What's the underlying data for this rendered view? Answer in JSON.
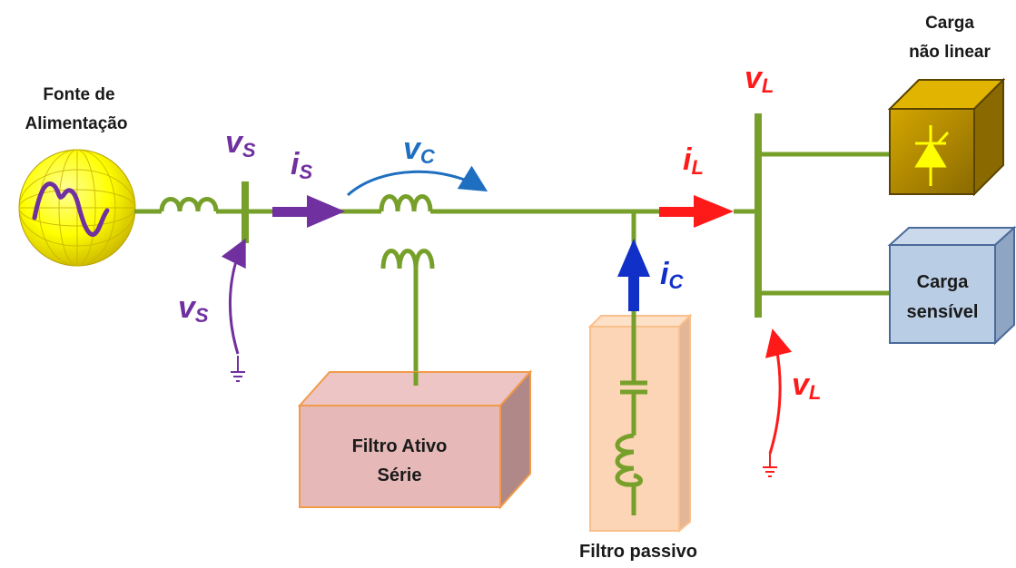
{
  "labels": {
    "source_line1": "Fonte de",
    "source_line2": "Alimentação",
    "nonlinear_line1": "Carga",
    "nonlinear_line2": "não linear",
    "sensitive_line1": "Carga",
    "sensitive_line2": "sensível",
    "active_filter_line1": "Filtro Ativo",
    "active_filter_line2": "Série",
    "passive_filter": "Filtro passivo"
  },
  "symbols": {
    "vs": {
      "main": "v",
      "sub": "S"
    },
    "is": {
      "main": "i",
      "sub": "S"
    },
    "vc": {
      "main": "v",
      "sub": "C"
    },
    "il": {
      "main": "i",
      "sub": "L"
    },
    "ic": {
      "main": "i",
      "sub": "C"
    },
    "vl": {
      "main": "v",
      "sub": "L"
    }
  },
  "colors": {
    "wire": "#77a02a",
    "source_voltage": "#7030a0",
    "compensation_voltage": "#1f6fc0",
    "load_current": "#ff1a1a",
    "compensation_current": "#1030c8",
    "active_filter_box": "#e6b9b8",
    "passive_filter_box": "#fbd5b5",
    "sensitive_load_box": "#b9cde5",
    "nonlinear_load_box": "#c09000"
  }
}
